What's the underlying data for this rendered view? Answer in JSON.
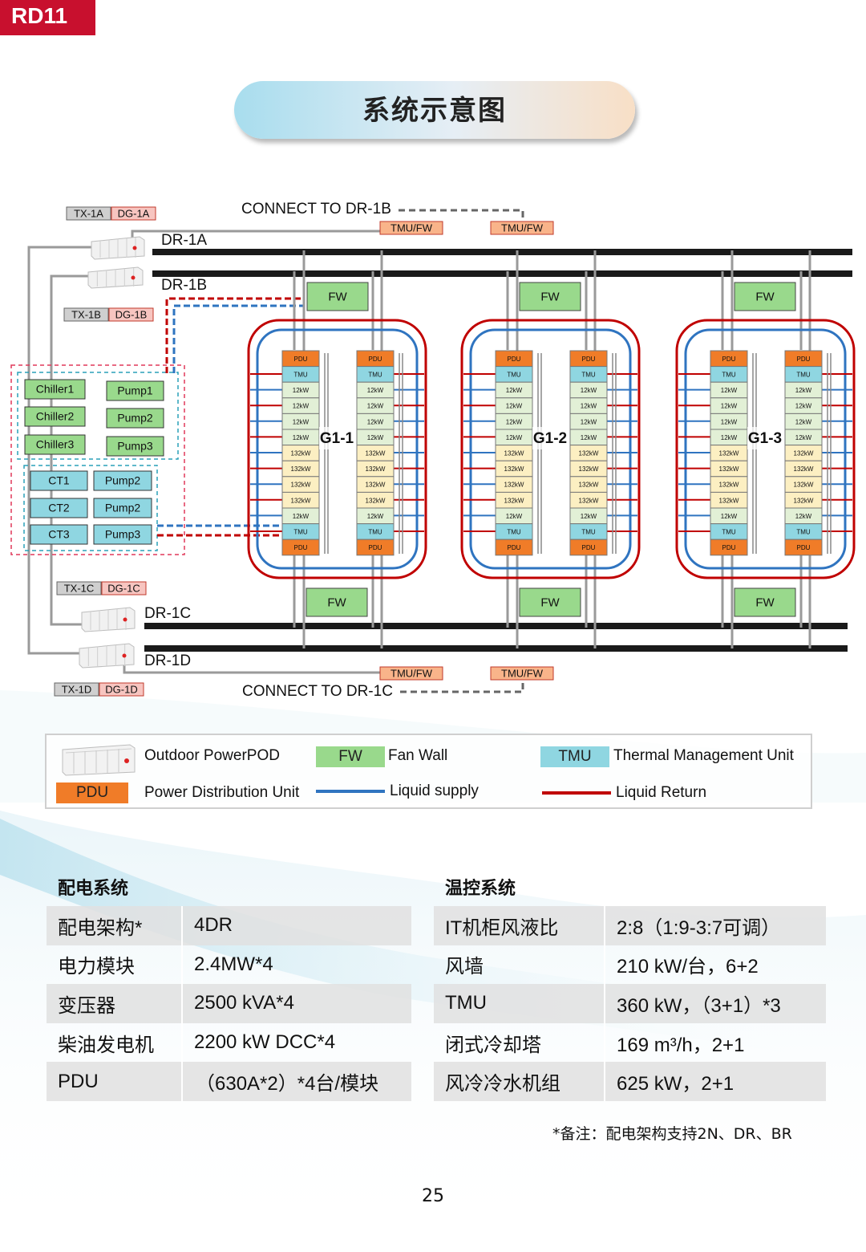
{
  "page_tag": "RD11",
  "title": "系统示意图",
  "diagram": {
    "tx_dg_labels": [
      {
        "tx": "TX-1A",
        "dg": "DG-1A"
      },
      {
        "tx": "TX-1B",
        "dg": "DG-1B"
      },
      {
        "tx": "TX-1C",
        "dg": "DG-1C"
      },
      {
        "tx": "TX-1D",
        "dg": "DG-1D"
      }
    ],
    "bus_labels": [
      "DR-1A",
      "DR-1B",
      "DR-1C",
      "DR-1D"
    ],
    "connect_top": "CONNECT TO DR-1B",
    "connect_bottom": "CONNECT TO DR-1C",
    "tmu_fw_label": "TMU/FW",
    "fw_label": "FW",
    "chillers": [
      "Chiller1",
      "Chiller2",
      "Chiller3"
    ],
    "chiller_pumps": [
      "Pump1",
      "Pump2",
      "Pump3"
    ],
    "cts": [
      "CT1",
      "CT2",
      "CT3"
    ],
    "ct_pumps": [
      "Pump2",
      "Pump2",
      "Pump3"
    ],
    "groups": [
      "G1-1",
      "G1-2",
      "G1-3"
    ],
    "rack_cells": [
      "PDU",
      "TMU",
      "12kW",
      "12kW",
      "12kW",
      "12kW",
      "132kW",
      "132kW",
      "132kW",
      "132kW",
      "12kW",
      "TMU",
      "PDU"
    ]
  },
  "legend": {
    "powerpod": "Outdoor PowerPOD",
    "fw_swatch": "FW",
    "fw_text": "Fan Wall",
    "tmu_swatch": "TMU",
    "tmu_text": "Thermal Management Unit",
    "pdu_swatch": "PDU",
    "pdu_text": "Power Distribution Unit",
    "supply_text": "Liquid supply",
    "return_text": "Liquid Return"
  },
  "colors": {
    "accent_red": "#c8102e",
    "liquid_supply": "#2f74c0",
    "liquid_return": "#c00000",
    "fw_green": "#99d98c",
    "tmu_cyan": "#8fd6e1",
    "pdu_orange": "#f07c28",
    "kw12_green": "#e2f0d6",
    "kw132_yellow": "#fcefc2",
    "tx_grey": "#cfcfcf",
    "dg_pink": "#f7c5c0"
  },
  "power_system": {
    "heading": "配电系统",
    "rows": [
      {
        "k": "配电架构*",
        "v": "4DR"
      },
      {
        "k": "电力模块",
        "v": "2.4MW*4"
      },
      {
        "k": "变压器",
        "v": "2500 kVA*4"
      },
      {
        "k": "柴油发电机",
        "v": "2200 kW DCC*4"
      },
      {
        "k": "PDU",
        "v": "（630A*2）*4台/模块"
      }
    ]
  },
  "cooling_system": {
    "heading": "温控系统",
    "rows": [
      {
        "k": "IT机柜风液比",
        "v": "2:8（1:9-3:7可调）"
      },
      {
        "k": "风墙",
        "v": "210 kW/台，6+2"
      },
      {
        "k": "TMU",
        "v": "360 kW，（3+1）*3"
      },
      {
        "k": "闭式冷却塔",
        "v": "169 m³/h，2+1"
      },
      {
        "k": "风冷冷水机组",
        "v": "625 kW，2+1"
      }
    ]
  },
  "footnote": "*备注：配电架构支持2N、DR、BR",
  "page_number": "25"
}
